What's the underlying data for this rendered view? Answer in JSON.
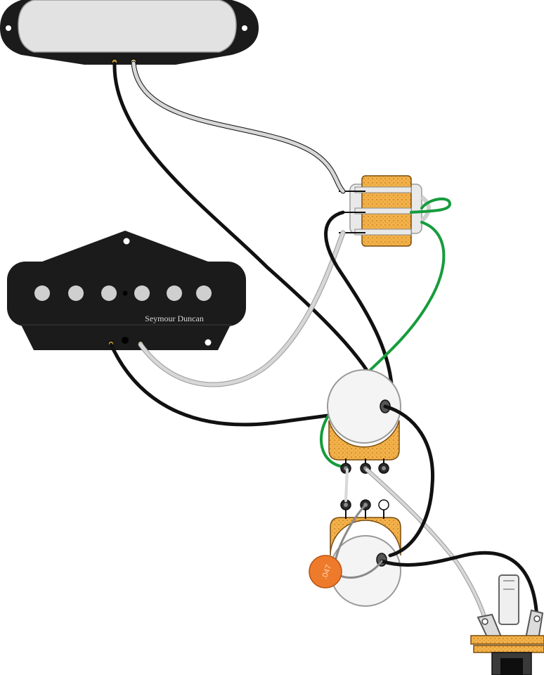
{
  "components": {
    "neck_pickup": {
      "type": "single-coil-pickup",
      "position": "neck"
    },
    "bridge_pickup": {
      "type": "single-coil-pickup",
      "position": "bridge",
      "brand_text": "Seymour Duncan",
      "pole_pieces": 6
    },
    "switch": {
      "type": "3-way-switch"
    },
    "volume_pot": {
      "type": "potentiometer",
      "role": "volume"
    },
    "tone_pot": {
      "type": "potentiometer",
      "role": "tone"
    },
    "tone_cap": {
      "type": "capacitor",
      "label": ".047"
    },
    "output_jack": {
      "type": "1/4-inch-jack"
    }
  },
  "wire_colors": {
    "hot": "#111111",
    "ground_white": "#d7d7d7",
    "jumper_green": "#169c3c",
    "cap_lead": "#8a8a8a"
  },
  "colors": {
    "pickup_body": "#1b1b1b",
    "pickup_cover": "#e2e2e2",
    "pot_board": "#f2b14a",
    "cap": "#ee7a2b",
    "pole": "#cfcfcf"
  }
}
